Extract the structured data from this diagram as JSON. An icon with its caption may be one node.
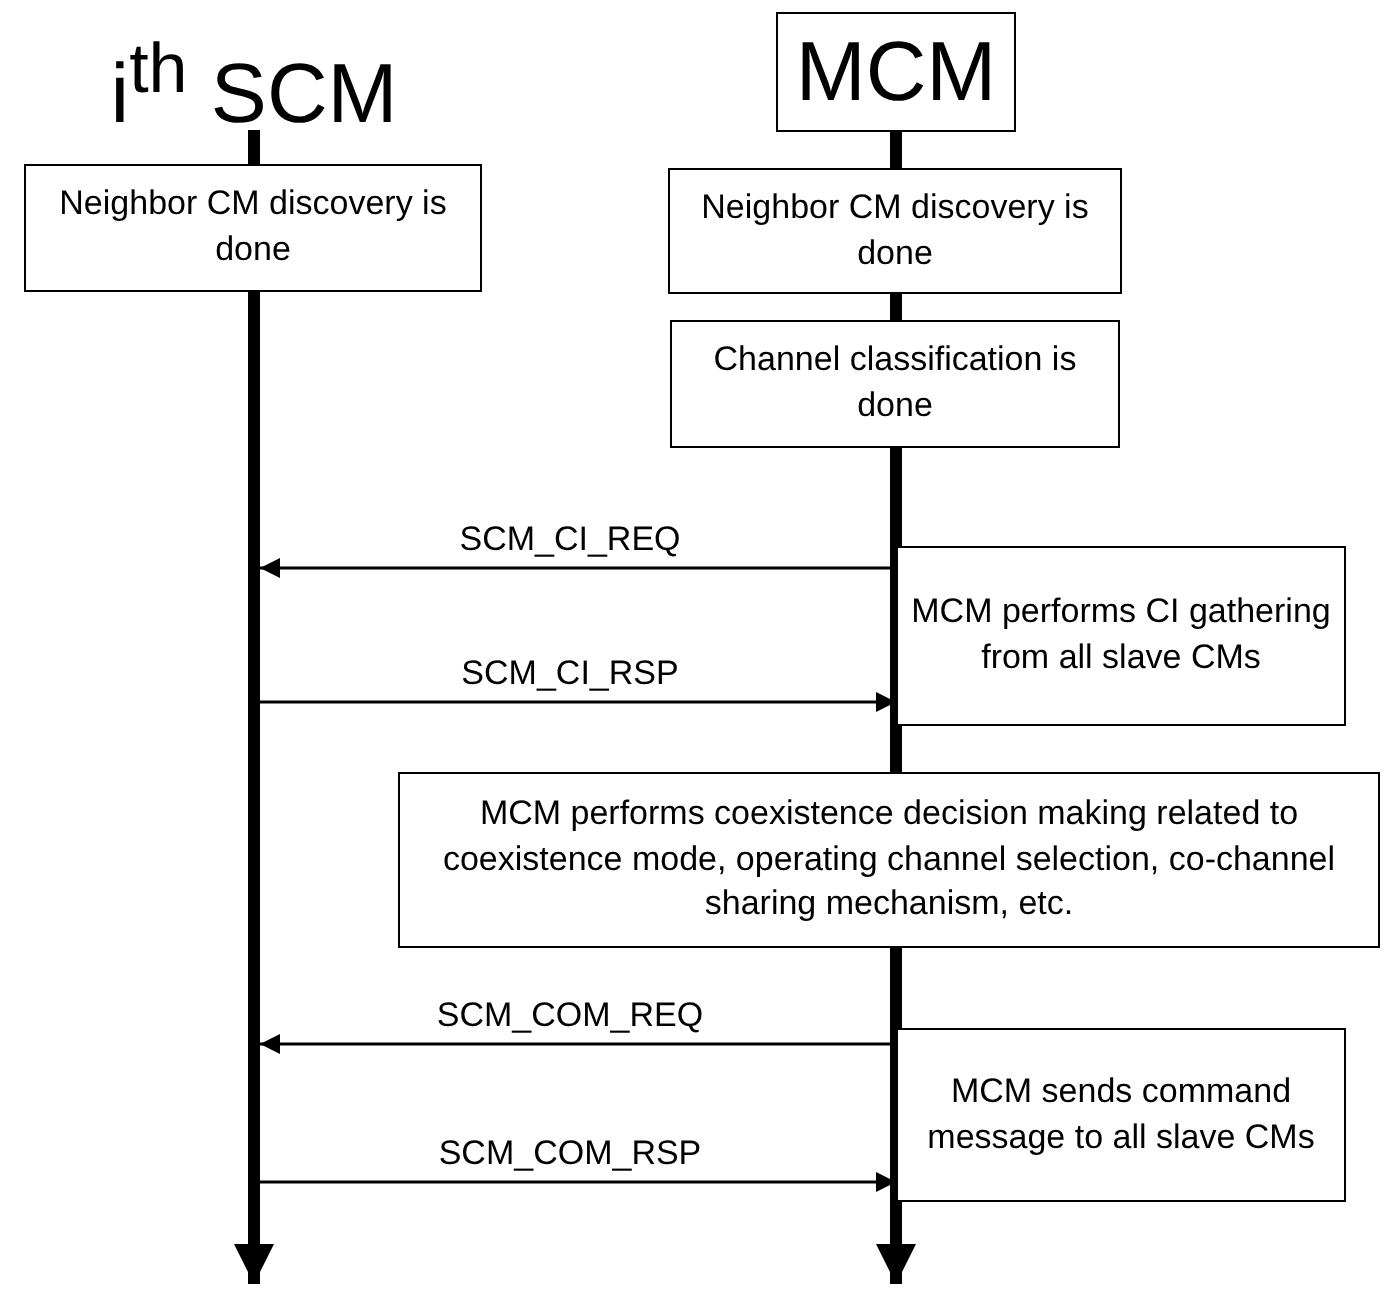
{
  "diagram": {
    "nodes": [
      {
        "text": [
          "i$^{th}$ SCM"
        ]
      },
      {
        "text": [
          "MCM"
        ]
      },
      {
        "text": [
          "Neighbor CM discovery is done"
        ]
      },
      {
        "text": [
          "Neighbor CM discovery is done"
        ]
      },
      {
        "text": [
          "Channel classification is done"
        ]
      },
      {
        "text": [
          "MCM performs CI gathering from all slave CMs"
        ]
      },
      {
        "text": [
          "MCM performs coexistence decision making related to coexistence mode, operating channel selection, co-channel sharing mechanism, etc."
        ]
      },
      {
        "text": [
          "MCM sends command message to all slave CMs"
        ]
      }
    ],
    "edges": [
      {
        "from": 0,
        "to": null,
        "arrow": "to",
        "style": "thick"
      },
      {
        "from": 1,
        "to": null,
        "arrow": "to",
        "style": "thick"
      },
      {
        "from": 5,
        "to": null,
        "arrow": "to",
        "label": "SCM_CI_REQ"
      },
      {
        "from": null,
        "to": 5,
        "arrow": "to",
        "label": "SCM_CI_RSP"
      },
      {
        "from": 7,
        "to": null,
        "arrow": "to",
        "label": "SCM_COM_REQ"
      },
      {
        "from": null,
        "to": 7,
        "arrow": "to",
        "label": "SCM_COM_RSP"
      }
    ]
  }
}
